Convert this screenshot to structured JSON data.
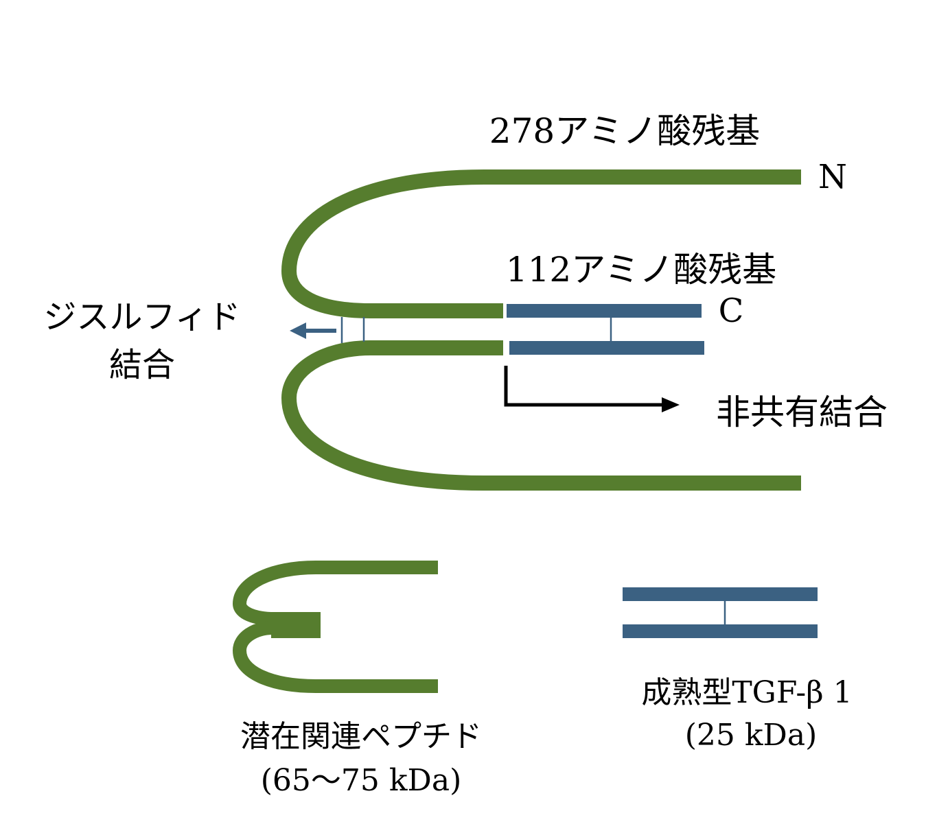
{
  "labels": {
    "n_chain_residues": "278アミノ酸残基",
    "n_terminus": "N",
    "c_chain_residues": "112アミノ酸残基",
    "c_terminus": "C",
    "disulfide_line1": "ジスルフィド",
    "disulfide_line2": "結合",
    "noncovalent": "非共有結合",
    "lap_name": "潜在関連ペプチド",
    "lap_mass": "(65～75 kDa)",
    "mature_name": "成熟型TGF-β 1",
    "mature_mass": "(25 kDa)"
  },
  "colors": {
    "lap_green": "#567D2E",
    "tgf_blue": "#3B6182",
    "arrow_black": "#000000"
  }
}
